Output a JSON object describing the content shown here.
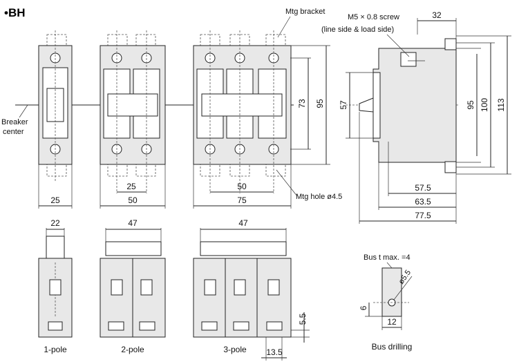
{
  "title": "•BH",
  "callouts": {
    "mtg_bracket": "Mtg bracket",
    "screw_line1": "M5 × 0.8 screw",
    "screw_line2": "(line side & load side)",
    "breaker_center_line1": "Breaker",
    "breaker_center_line2": "center",
    "mtg_hole": "Mtg hole ø4.5",
    "bus_t_max": "Bus t max. =4",
    "bus_hole": "ø5.5"
  },
  "dimensions": {
    "front_1pole_width": "25",
    "front_2pole_pitch": "25",
    "front_2pole_width": "50",
    "front_3pole_pitch": "50",
    "front_3pole_width": "75",
    "front_height_73": "73",
    "front_height_95": "95",
    "side_57": "57",
    "side_95": "95",
    "side_100": "100",
    "side_113": "113",
    "side_32": "32",
    "side_57_5": "57.5",
    "side_63_5": "63.5",
    "side_77_5": "77.5",
    "bottom_1pole_22": "22",
    "bottom_2pole_47": "47",
    "bottom_3pole_47": "47",
    "bottom_5_5": "5.5",
    "bottom_13_5": "13.5",
    "bus_6": "6",
    "bus_12": "12"
  },
  "captions": {
    "pole1": "1-pole",
    "pole2": "2-pole",
    "pole3": "3-pole",
    "bus_drilling": "Bus drilling"
  }
}
